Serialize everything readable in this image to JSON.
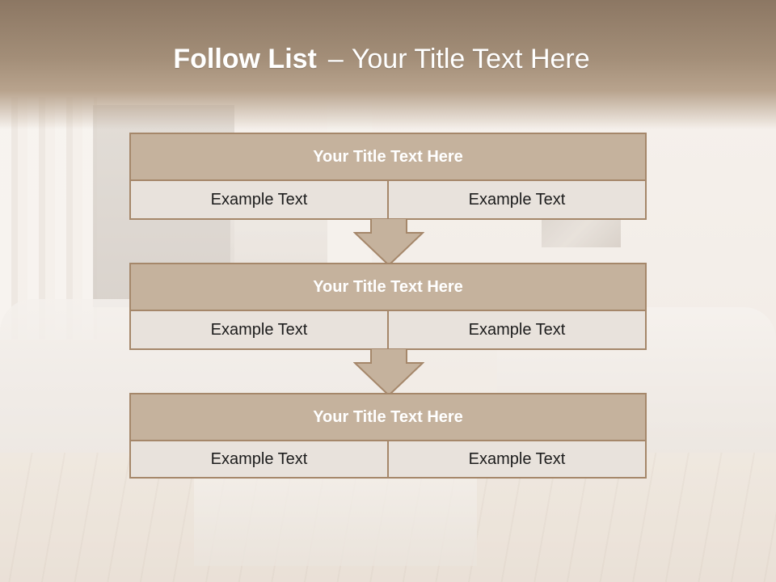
{
  "slide": {
    "title_bold": "Follow List",
    "title_separator": "–",
    "title_rest": "Your Title Text Here"
  },
  "flow": [
    {
      "title": "Your Title Text Here",
      "left": "Example Text",
      "right": "Example Text"
    },
    {
      "title": "Your Title Text Here",
      "left": "Example Text",
      "right": "Example Text"
    },
    {
      "title": "Your Title Text Here",
      "left": "Example Text",
      "right": "Example Text"
    }
  ],
  "colors": {
    "header": "#a38e78",
    "block_head": "#c5b29d",
    "block_border": "#a5876a",
    "block_row": "#e8e2dc",
    "arrow_fill": "#c5b29d"
  },
  "icons": {
    "connector": "down-arrow-icon"
  }
}
